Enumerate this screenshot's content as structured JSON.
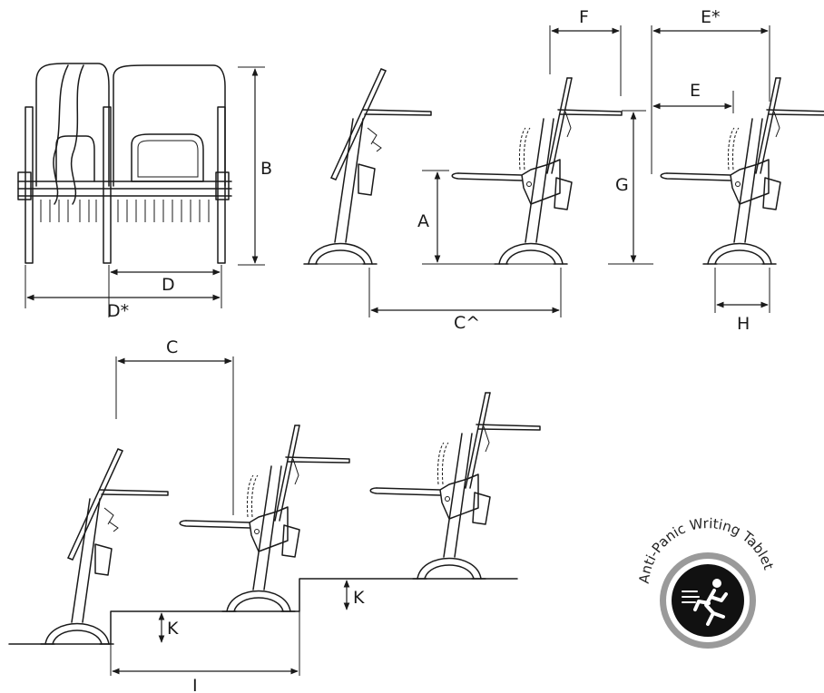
{
  "dimension_labels": {
    "A": "A",
    "B": "B",
    "C": "C",
    "C_caret": "C^",
    "D": "D",
    "D_star": "D*",
    "E": "E",
    "E_star": "E*",
    "F": "F",
    "G": "G",
    "H": "H",
    "I": "I",
    "K": "K"
  },
  "badge": {
    "text": "Anti-Panic Writing Tablet",
    "icon": "running-person-icon",
    "colors": {
      "ring": "#9a9a9a",
      "center": "#111111",
      "figure": "#ffffff"
    }
  }
}
